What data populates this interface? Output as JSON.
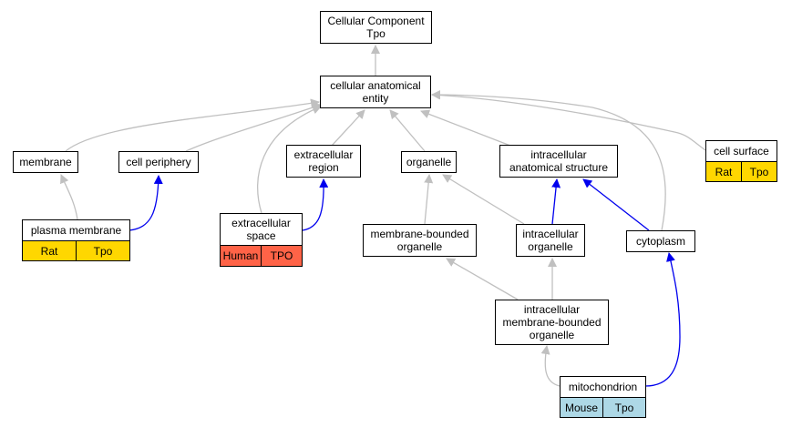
{
  "colors": {
    "gray_edge": "#c0c0c0",
    "blue_edge": "#0000ee",
    "rat": "#ffd700",
    "human": "#ff6347",
    "mouse": "#add8e6"
  },
  "nodes": {
    "root": "Cellular Component\nTpo",
    "cae": "cellular anatomical\nentity",
    "membrane": "membrane",
    "cell_periphery": "cell periphery",
    "extracellular_region": "extracellular\nregion",
    "organelle": "organelle",
    "intracellular_anatomical_structure": "intracellular\nanatomical structure",
    "cell_surface": "cell surface",
    "plasma_membrane": "plasma membrane",
    "extracellular_space": "extracellular\nspace",
    "membrane_bounded_organelle": "membrane-bounded\norganelle",
    "intracellular_organelle": "intracellular\norganelle",
    "cytoplasm": "cytoplasm",
    "intracellular_membrane_bounded_organelle": "intracellular\nmembrane-bounded\norganelle",
    "mitochondrion": "mitochondrion"
  },
  "annotations": {
    "cell_surface": [
      "Rat",
      "Tpo"
    ],
    "plasma_membrane": [
      "Rat",
      "Tpo"
    ],
    "extracellular_space": [
      "Human",
      "TPO"
    ],
    "mitochondrion": [
      "Mouse",
      "Tpo"
    ]
  }
}
